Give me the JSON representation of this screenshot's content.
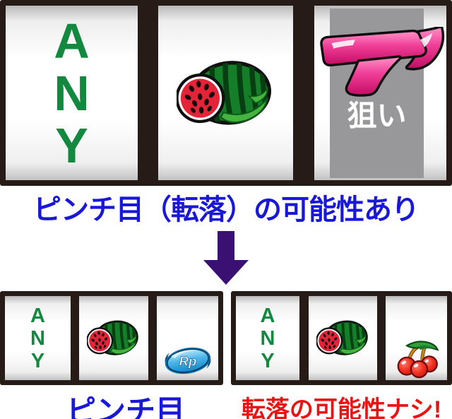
{
  "title": {
    "text": "ピンチ目（転落）の可能性あり"
  },
  "colors": {
    "title_blue": "#1a18d8",
    "caption_red": "#ed1212",
    "any_green": "#12893e",
    "arrow_purple": "#3a1173",
    "frame_dark": "#261b16",
    "overlay_gray": "#98989a",
    "seven_pink": "#e8338f",
    "replay_blue": "#2aa6e0",
    "cherry_red": "#e01818",
    "watermelon_green": "#147f28"
  },
  "top_machine": {
    "reel1": {
      "symbol": "any-text",
      "text": "ANY"
    },
    "reel2": {
      "symbol": "watermelon"
    },
    "reel3": {
      "symbol": "pink-seven",
      "overlay_text": "狙い"
    }
  },
  "arrow": {
    "direction": "down"
  },
  "bottom_left_machine": {
    "reel1": {
      "symbol": "any-text",
      "text": "ANY"
    },
    "reel2": {
      "symbol": "watermelon"
    },
    "reel3": {
      "symbol": "replay",
      "text": "Rp"
    },
    "caption": "ピンチ目"
  },
  "bottom_right_machine": {
    "reel1": {
      "symbol": "any-text",
      "text": "ANY"
    },
    "reel2": {
      "symbol": "watermelon"
    },
    "reel3": {
      "symbol": "cherry"
    },
    "caption": "転落の可能性ナシ!"
  }
}
